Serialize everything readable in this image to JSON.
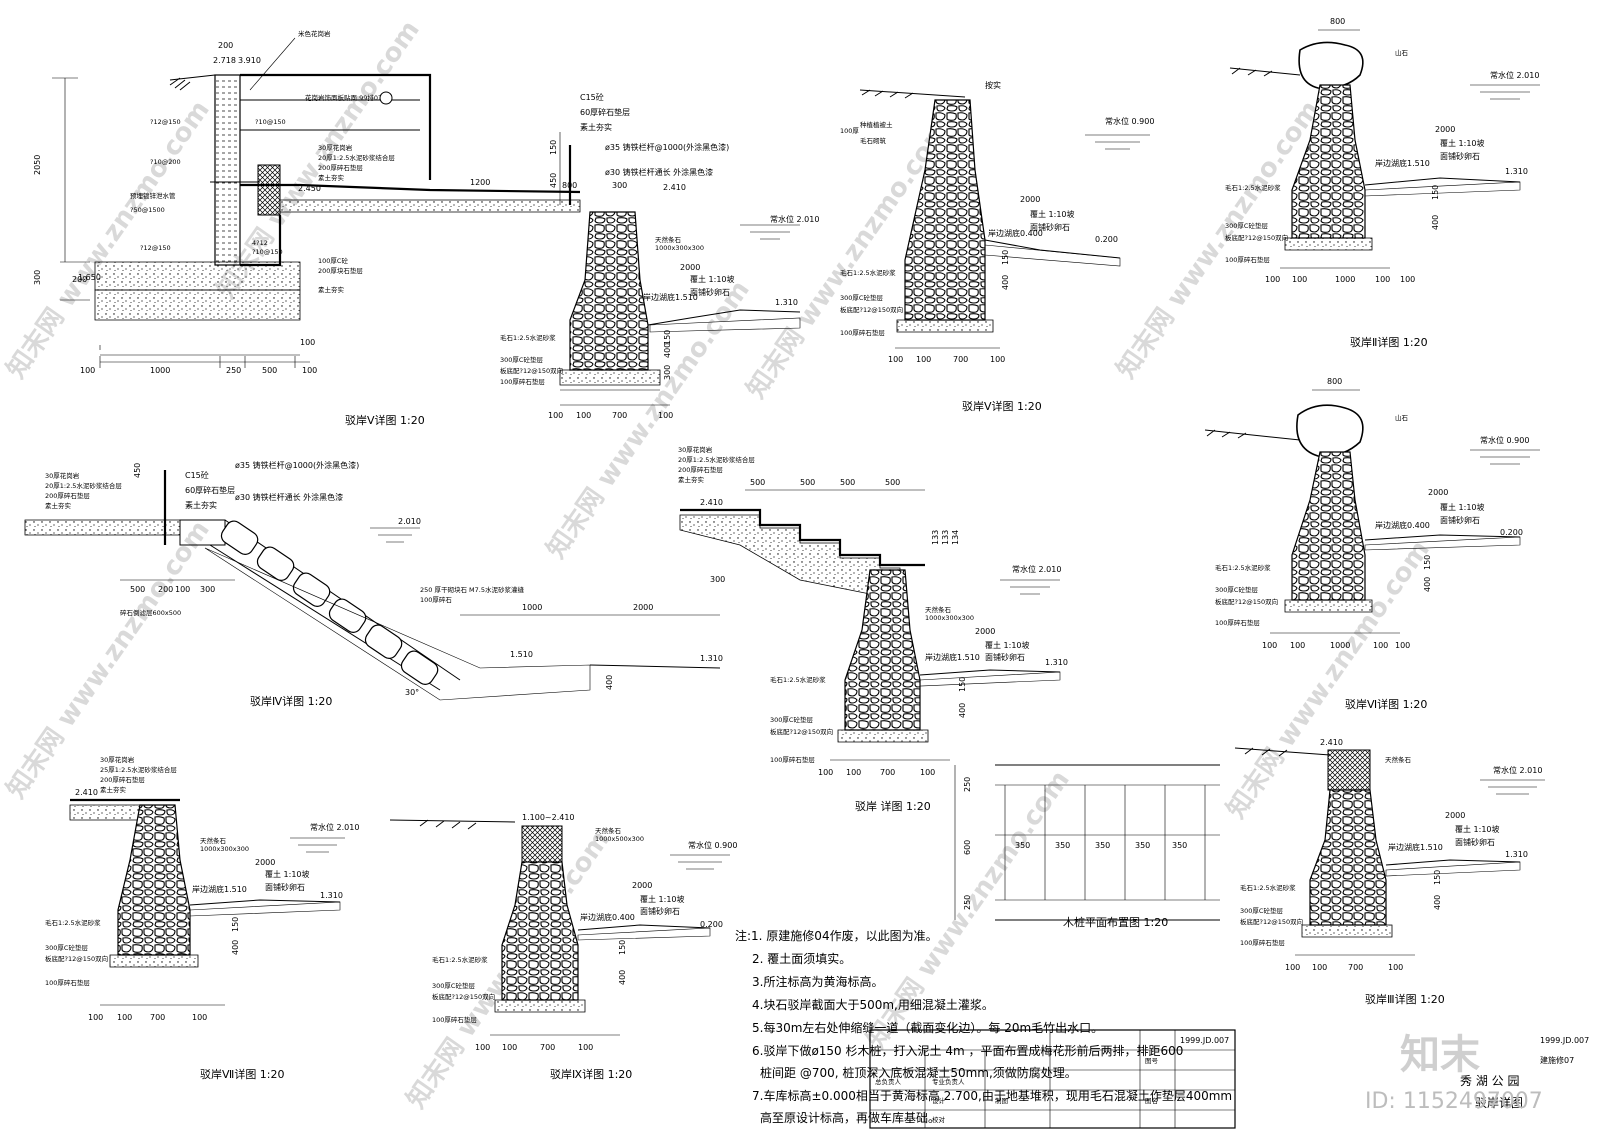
{
  "details": {
    "d1": {
      "title": "驳岸V详图 1:20",
      "top_elev": "3.910",
      "elev_a": "2.718",
      "elev_b": "2.450",
      "elev_c": "2.410",
      "elev_d": "1.650",
      "dim_h": "2050",
      "dim_300": "300",
      "dim_200": "200",
      "dims_bottom": [
        "100",
        "1000",
        "250",
        "500",
        "100"
      ],
      "dim_1200": "1200",
      "dim_800": "800",
      "dim_300b": "300",
      "dim_150": "150",
      "dim_450": "450",
      "dim_200b": "200",
      "labels": [
        "米色花岗岩",
        "花岗岩饰面板贴面 99排07",
        "?12@150",
        "?10@150",
        "?10@200",
        "30厚花岗岩",
        "20厚1:2.5水泥砂浆结合层",
        "200厚碎石垫层",
        "素土夯实",
        "预埋镀锌泄水管",
        "?50@1500",
        "?12@150",
        "4?12",
        "?10@150",
        "100厚C砼",
        "200厚块石垫层",
        "素土夯实"
      ],
      "rail": [
        "C15砼",
        "60厚碎石垫层",
        "素土夯实",
        "ø35 铸铁栏杆@1000(外涂黑色漆)",
        "ø30 铸铁栏杆通长  外涂黑色漆"
      ]
    },
    "d2": {
      "water": "常水位 2.010",
      "cap": "天然条石",
      "cap_size": "1000x300x300",
      "slope": "覆土 1:10坡",
      "sand": "面铺砂卵石",
      "bottom": "岸边湖底1.510",
      "elev": "1.310",
      "dim_2000": "2000",
      "dim_150": "150",
      "dim_400": "400",
      "dim_300": "300",
      "dims": [
        "100",
        "100",
        "700",
        "100"
      ],
      "labels": [
        "毛石1:2.5水泥砂浆",
        "300厚C砼垫层",
        "板底配?12@150双向",
        "100厚碎石垫层"
      ]
    },
    "d3": {
      "title": "驳岸V详图 1:20",
      "top": "按实",
      "water": "常水位 0.900",
      "slope": "覆土 1:10坡",
      "sand": "面铺砂卵石",
      "bottom": "岸边湖底0.400",
      "elev": "0.200",
      "dim_2000": "2000",
      "dim_150": "150",
      "dim_400": "400",
      "dims": [
        "100",
        "100",
        "700",
        "100"
      ],
      "labels": [
        "100厚",
        "种植植被土",
        "毛石砌筑",
        "毛石1:2.5水泥砂浆",
        "300厚C砼垫层",
        "板底配?12@150双向",
        "100厚碎石垫层"
      ]
    },
    "d4": {
      "title": "驳岸Ⅱ详图 1:20",
      "dim_top": "800",
      "rock": "山石",
      "water": "常水位 2.010",
      "slope": "覆土 1:10坡",
      "sand": "面铺砂卵石",
      "bottom": "岸边湖底1.510",
      "elev": "1.310",
      "dim_2000": "2000",
      "dim_150": "150",
      "dim_400": "400",
      "dims": [
        "100",
        "100",
        "1000",
        "100",
        "100"
      ],
      "labels": [
        "毛石1:2.5水泥砂浆",
        "300厚C砼垫层",
        "板底配?12@150双向",
        "100厚碎石垫层"
      ]
    },
    "d5": {
      "title": "驳岸Ⅳ详图 1:20",
      "water": "2.010",
      "rail": [
        "C15砼",
        "60厚碎石垫层",
        "素土夯实",
        "ø35 铸铁栏杆@1000(外涂黑色漆)",
        "ø30 铸铁栏杆通长  外涂黑色漆"
      ],
      "layers": [
        "30厚花岗岩",
        "20厚1:2.5水泥砂浆结合层",
        "200厚碎石垫层",
        "素土夯实"
      ],
      "rubble": "碎石倒滤层600x500",
      "note": "250 厚干砌块石 M7.5水泥砂浆灌缝",
      "note2": "100厚碎石",
      "angle": "30°",
      "bottom": "1.510",
      "elev": "1.310",
      "dim_1000": "1000",
      "dim_2000": "2000",
      "dim_400": "400",
      "dim_450": "450",
      "dims": [
        "500",
        "200",
        "100",
        "300"
      ]
    },
    "d6": {
      "title": "驳岸 详图 1:20",
      "layers": [
        "30厚花岗岩",
        "20厚1:2.5水泥砂浆结合层",
        "200厚碎石垫层",
        "素土夯实"
      ],
      "elev": "2.410",
      "steps": [
        "500",
        "500",
        "500",
        "500"
      ],
      "step_h": [
        "133",
        "133",
        "134"
      ],
      "dim_300": "300",
      "water": "常水位 2.010",
      "cap": "天然条石",
      "cap_size": "1000x300x300",
      "slope": "覆土 1:10坡",
      "sand": "面铺砂卵石",
      "bottom": "岸边湖底1.510",
      "elev2": "1.310",
      "dim_2000": "2000",
      "dim_150": "150",
      "dim_400": "400",
      "dims": [
        "100",
        "100",
        "700",
        "100"
      ],
      "labels": [
        "毛石1:2.5水泥砂浆",
        "300厚C砼垫层",
        "板底配?12@150双向",
        "100厚碎石垫层"
      ]
    },
    "d7": {
      "title": "驳岸Ⅵ详图 1:20",
      "dim_top": "800",
      "rock": "山石",
      "water": "常水位 0.900",
      "slope": "覆土 1:10坡",
      "sand": "面铺砂卵石",
      "bottom": "岸边湖底0.400",
      "elev": "0.200",
      "dim_2000": "2000",
      "dim_150": "150",
      "dim_400": "400",
      "dims": [
        "100",
        "100",
        "1000",
        "100",
        "100"
      ],
      "labels": [
        "毛石1:2.5水泥砂浆",
        "300厚C砼垫层",
        "板底配?12@150双向",
        "100厚碎石垫层"
      ]
    },
    "d8": {
      "title": "驳岸Ⅶ详图 1:20",
      "layers": [
        "30厚花岗岩",
        "25厚1:2.5水泥砂浆结合层",
        "200厚碎石垫层",
        "素土夯实"
      ],
      "elev": "2.410",
      "water": "常水位 2.010",
      "cap": "天然条石",
      "cap_size": "1000x300x300",
      "slope": "覆土 1:10坡",
      "sand": "面铺砂卵石",
      "bottom": "岸边湖底1.510",
      "elev2": "1.310",
      "dim_2000": "2000",
      "dim_150": "150",
      "dim_400": "400",
      "dims": [
        "100",
        "100",
        "700",
        "100"
      ],
      "labels": [
        "毛石1:2.5水泥砂浆",
        "300厚C砼垫层",
        "板底配?12@150双向",
        "100厚碎石垫层"
      ]
    },
    "d9": {
      "title": "驳岸Ⅸ详图 1:20",
      "elev_top": "1.100~2.410",
      "water": "常水位 0.900",
      "cap": "天然条石",
      "cap_size": "1000x500x300",
      "slope": "覆土 1:10坡",
      "sand": "面铺砂卵石",
      "bottom": "岸边湖底0.400",
      "elev": "0.200",
      "dim_2000": "2000",
      "dim_150": "150",
      "dim_400": "400",
      "dims": [
        "100",
        "100",
        "700",
        "100"
      ],
      "labels": [
        "毛石1:2.5水泥砂浆",
        "300厚C砼垫层",
        "板底配?12@150双向",
        "100厚碎石垫层"
      ]
    },
    "d10": {
      "title": "驳岸Ⅲ详图 1:20",
      "elev_top": "2.410",
      "water": "常水位 2.010",
      "cap": "天然条石",
      "slope": "覆土 1:10坡",
      "sand": "面铺砂卵石",
      "bottom": "岸边湖底1.510",
      "elev": "1.310",
      "dim_2000": "2000",
      "dim_150": "150",
      "dim_400": "400",
      "dims": [
        "100",
        "100",
        "700",
        "100"
      ],
      "labels": [
        "毛石1:2.5水泥砂浆",
        "300厚C砼垫层",
        "板底配?12@150双向",
        "100厚碎石垫层"
      ]
    }
  },
  "piles": {
    "title": "木桩平面布置图 1:20",
    "dims_v": [
      "250",
      "600",
      "250"
    ],
    "dims_h": [
      "350",
      "350",
      "350",
      "350",
      "350"
    ]
  },
  "notes": [
    "注:1. 原建施修04作废，以此图为准。",
    "2. 覆土面须填实。",
    "3.所注标高为黄海标高。",
    "4.块石驳岸截面大于500m,用细混凝土灌浆。",
    "5.每30m左右处伸缩缝一道（截面变化边）。每 20m毛竹出水口。",
    "6.驳岸下做ø150 杉木桩，打入泥土 4m    ，平面布置成梅花形前后两排，排距600",
    "桩间距 @700, 桩顶深入底板混凝土50mm,须做防腐处理。",
    "7.车库标高±0.000相当于黄海标高 2.700,由于地基堆积，现用毛石混凝土作垫层400mm",
    "高至原设计标高，再做车库基础。"
  ],
  "title_block": {
    "code": "1999.JD.007",
    "sheet": "建施修07",
    "project": "秀 湖 公 园",
    "drawing": "驳岸详图",
    "cells": [
      "总负责人",
      "专业负责人",
      "设计",
      "制图",
      "校对",
      "图名",
      "图号"
    ]
  },
  "watermark": {
    "brand": "知末",
    "id": "ID: 1152497007",
    "site": "znzmo.com",
    "site2": "知末网 www.znzmo.com"
  }
}
